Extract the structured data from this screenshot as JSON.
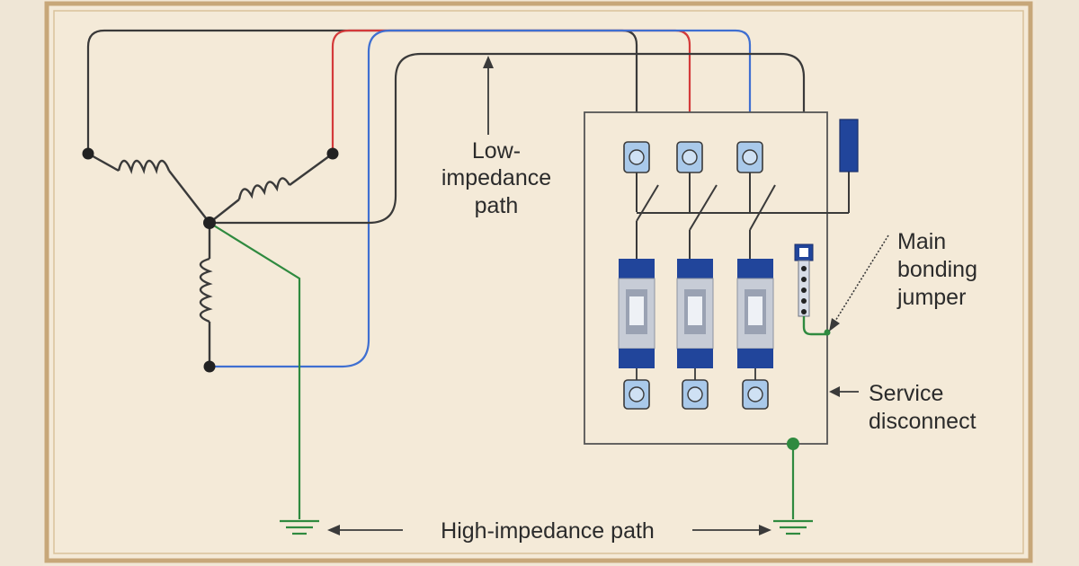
{
  "labels": {
    "low_impedance": [
      "Low-",
      "impedance",
      "path"
    ],
    "main_bonding": [
      "Main",
      "bonding",
      "jumper"
    ],
    "service_disconnect": [
      "Service",
      "disconnect"
    ],
    "high_impedance": "High-impedance path"
  },
  "colors": {
    "page_background": "#f1e7d6",
    "panel_background": "#f4ead8",
    "border_gold": "#c7a779",
    "wire_black": "#3a3a3a",
    "wire_red": "#d43a3a",
    "wire_blue": "#3f6fd1",
    "wire_green": "#2f8a3f",
    "breaker_blue": "#21459b",
    "breaker_gray": "#c7ccd6",
    "terminal_light": "#a9c9ea"
  }
}
